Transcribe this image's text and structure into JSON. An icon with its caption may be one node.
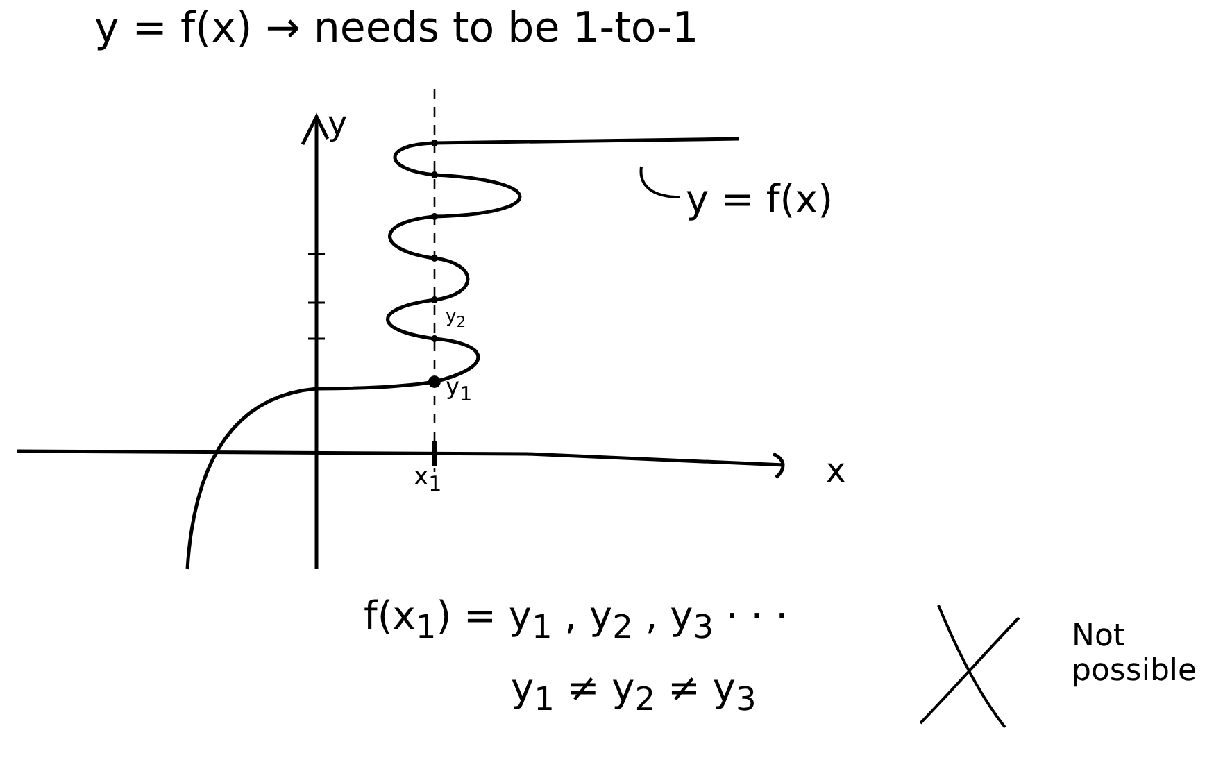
{
  "diagram": {
    "title": "y = f(x) → needs to be 1-to-1",
    "nodes": [
      {
        "text": [
          "y = f(x)"
        ]
      },
      {
        "text": [],
        "shape": "picture"
      }
    ],
    "edges": [
      {
        "from": 0,
        "to": 1,
        "arrow": "none"
      }
    ],
    "labels": [
      "y",
      "y$_{2}$",
      "y$_{1}$",
      "x$_{1}$",
      "x",
      "f(x$_{1}$) = y$_{1}$ , y$_{2}$ , y$_{3}$ · · ·",
      "y$_{1}$ ≠ y$_{2}$ ≠ y$_{3}$",
      "Not possible"
    ]
  }
}
